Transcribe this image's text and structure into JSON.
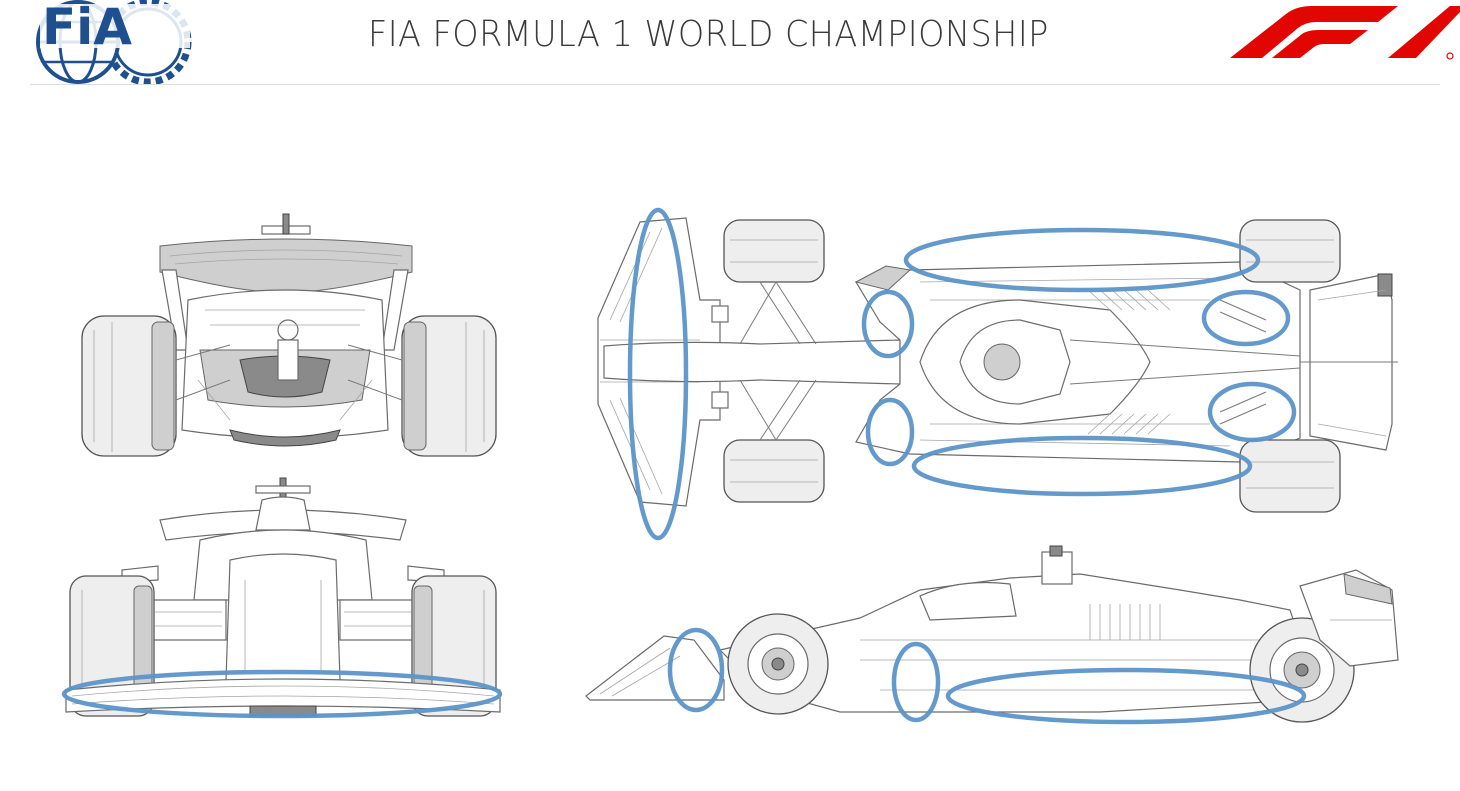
{
  "header": {
    "title": "FIA FORMULA 1 WORLD CHAMPIONSHIP",
    "fia_logo_text": "FiA",
    "f1_logo": "f1-logo"
  },
  "colors": {
    "highlight_ring": "#5b93c8",
    "fia_blue": "#1e4f8f",
    "f1_red": "#e10600",
    "title_text": "#3a3a3a"
  },
  "views": [
    {
      "name": "rear-view",
      "highlights": []
    },
    {
      "name": "top-view",
      "highlights": [
        "front-wing",
        "front-floor-left",
        "front-floor-right",
        "sidepod-upper",
        "sidepod-lower",
        "rear-suspension-upper",
        "rear-suspension-lower"
      ]
    },
    {
      "name": "front-view",
      "highlights": [
        "front-wing"
      ]
    },
    {
      "name": "side-view",
      "highlights": [
        "front-wing-endplate",
        "floor-leading-edge",
        "floor-edge"
      ]
    }
  ]
}
